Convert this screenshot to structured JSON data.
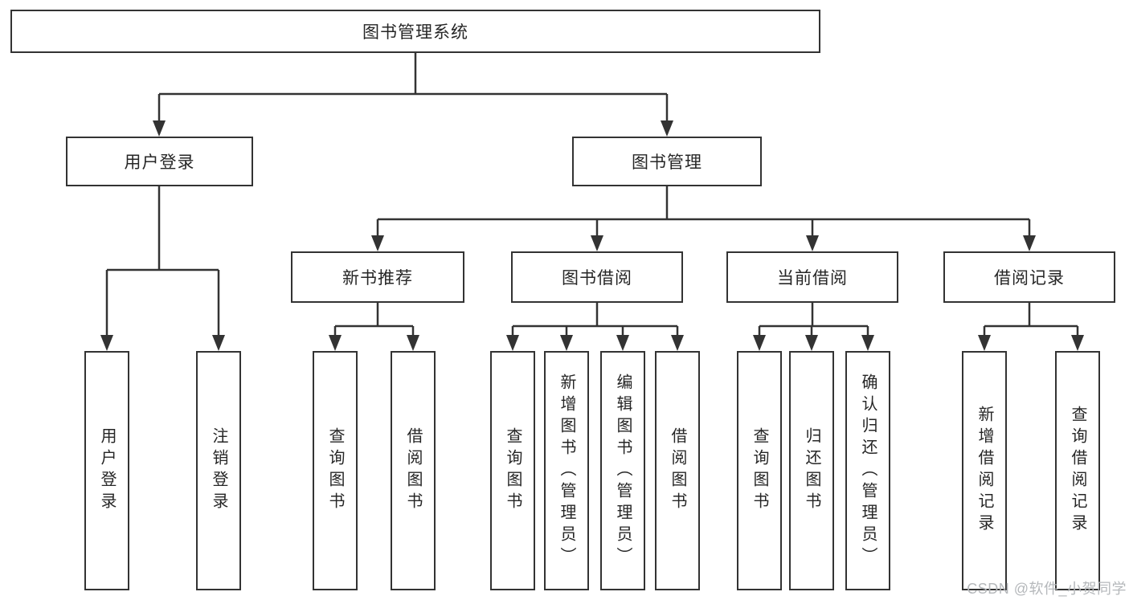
{
  "diagram": {
    "title": "图书管理系统",
    "watermark": "CSDN @软件_小贺同学",
    "colors": {
      "background": "#ffffff",
      "line": "#333333",
      "box_border": "#333333",
      "box_fill": "#ffffff",
      "text": "#262626",
      "watermark": "#b5b8bb"
    },
    "nodes": {
      "root": "图书管理系统",
      "user_login": "用户登录",
      "book_mgmt": "图书管理",
      "new_book_rec": "新书推荐",
      "book_borrow": "图书借阅",
      "current_borrow": "当前借阅",
      "borrow_record": "借阅记录",
      "leaf_user_login": "用户登录",
      "leaf_logout": "注销登录",
      "leaf_rec_query": "查询图书",
      "leaf_rec_borrow": "借阅图书",
      "leaf_bb_query": "查询图书",
      "leaf_bb_add": "新增图书（管理员）",
      "leaf_bb_edit": "编辑图书（管理员）",
      "leaf_bb_borrow": "借阅图书",
      "leaf_cb_query": "查询图书",
      "leaf_cb_return": "归还图书",
      "leaf_cb_confirm": "确认归还（管理员）",
      "leaf_br_add": "新增借阅记录",
      "leaf_br_query": "查询借阅记录"
    }
  }
}
